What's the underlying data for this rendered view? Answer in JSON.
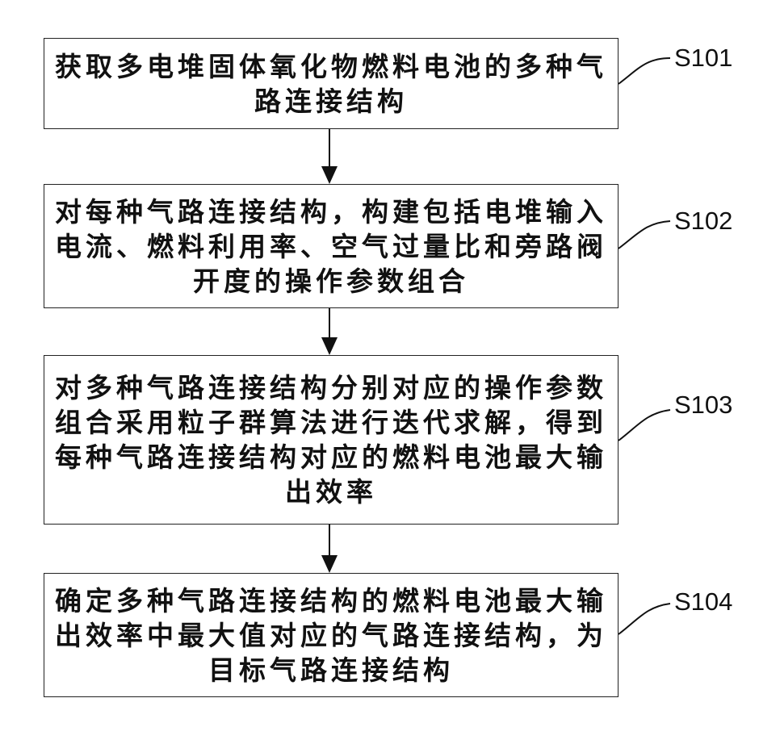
{
  "steps": [
    {
      "id": "S101",
      "text": "获取多电堆固体氧化物燃料电池的多种气路连接结构"
    },
    {
      "id": "S102",
      "text": "对每种气路连接结构，构建包括电堆输入电流、燃料利用率、空气过量比和旁路阀开度的操作参数组合"
    },
    {
      "id": "S103",
      "text": "对多种气路连接结构分别对应的操作参数组合采用粒子群算法进行迭代求解，得到每种气路连接结构对应的燃料电池最大输出效率"
    },
    {
      "id": "S104",
      "text": "确定多种气路连接结构的燃料电池最大输出效率中最大值对应的气路连接结构，为目标气路连接结构"
    }
  ]
}
